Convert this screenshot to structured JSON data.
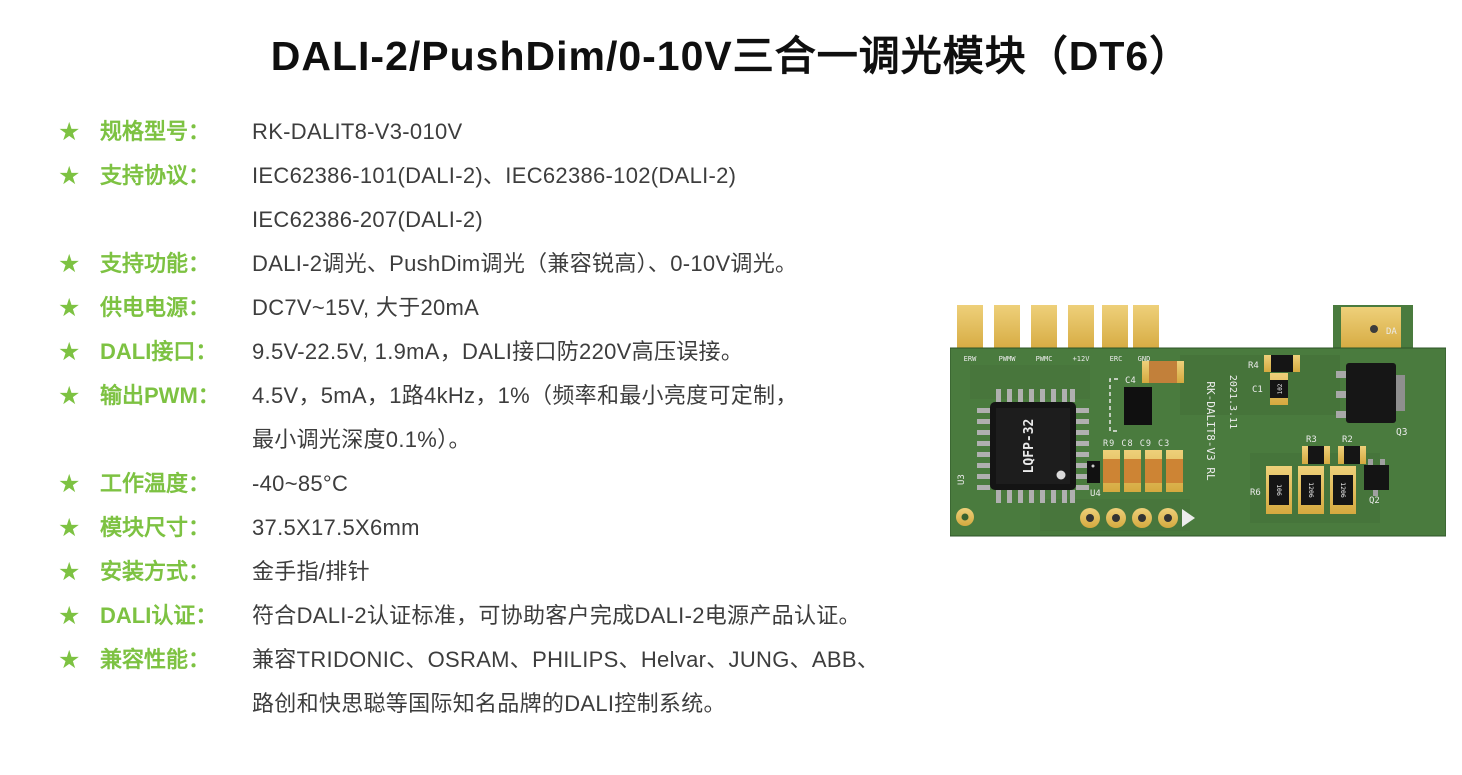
{
  "title": "DALI-2/PushDim/0-10V三合一调光模块（DT6）",
  "bullet": "★",
  "colors": {
    "accent_green": "#7dc242",
    "pcb_green": "#4a7b3e",
    "pad_gold": "#e0b84f"
  },
  "specs": [
    {
      "label": "规格型号：",
      "lines": [
        "RK-DALIT8-V3-010V"
      ]
    },
    {
      "label": "支持协议：",
      "lines": [
        "IEC62386-101(DALI-2)、IEC62386-102(DALI-2)",
        "IEC62386-207(DALI-2)"
      ]
    },
    {
      "label": "支持功能：",
      "lines": [
        "DALI-2调光、PushDim调光（兼容锐高）、0-10V调光。"
      ]
    },
    {
      "label": "供电电源：",
      "lines": [
        "DC7V~15V, 大于20mA"
      ]
    },
    {
      "label": "DALI接口：",
      "lines": [
        "9.5V-22.5V, 1.9mA，DALI接口防220V高压误接。"
      ]
    },
    {
      "label": "输出PWM：",
      "lines": [
        "4.5V，5mA，1路4kHz，1%（频率和最小亮度可定制，",
        "最小调光深度0.1%）。"
      ]
    },
    {
      "label": "工作温度：",
      "lines": [
        "-40~85°C"
      ]
    },
    {
      "label": "模块尺寸：",
      "lines": [
        "37.5X17.5X6mm"
      ]
    },
    {
      "label": "安装方式：",
      "lines": [
        "金手指/排针"
      ]
    },
    {
      "label": "DALI认证：",
      "lines": [
        "符合DALI-2认证标准，可协助客户完成DALI-2电源产品认证。"
      ]
    },
    {
      "label": "兼容性能：",
      "lines": [
        "兼容TRIDONIC、OSRAM、PHILIPS、Helvar、JUNG、ABB、",
        "路创和快思聪等国际知名品牌的DALI控制系统。"
      ]
    }
  ],
  "pcb": {
    "pin_labels": [
      "ERW",
      "PWMW",
      "PWMC",
      "+12V",
      "ERC",
      "GND"
    ],
    "chip_label": "LQFP-32",
    "ref_u3": "U3",
    "ref_u4": "U4",
    "ref_c4": "C4",
    "passives_row_label": "R9 C8 C9 C3",
    "model_silkscreen": "RK-DALIT8-V3  RL",
    "date_silkscreen": "2021.3.11",
    "ref_r4": "R4",
    "ref_c1": "C1",
    "ref_q3": "Q3",
    "ref_r3": "R3",
    "ref_r2": "R2",
    "ref_r6": "R6",
    "ref_q2": "Q2",
    "pad_label_da": "DA",
    "chip_marks": {
      "c1": "102",
      "res1": "106",
      "res2": "1206",
      "res3": "1206"
    }
  }
}
